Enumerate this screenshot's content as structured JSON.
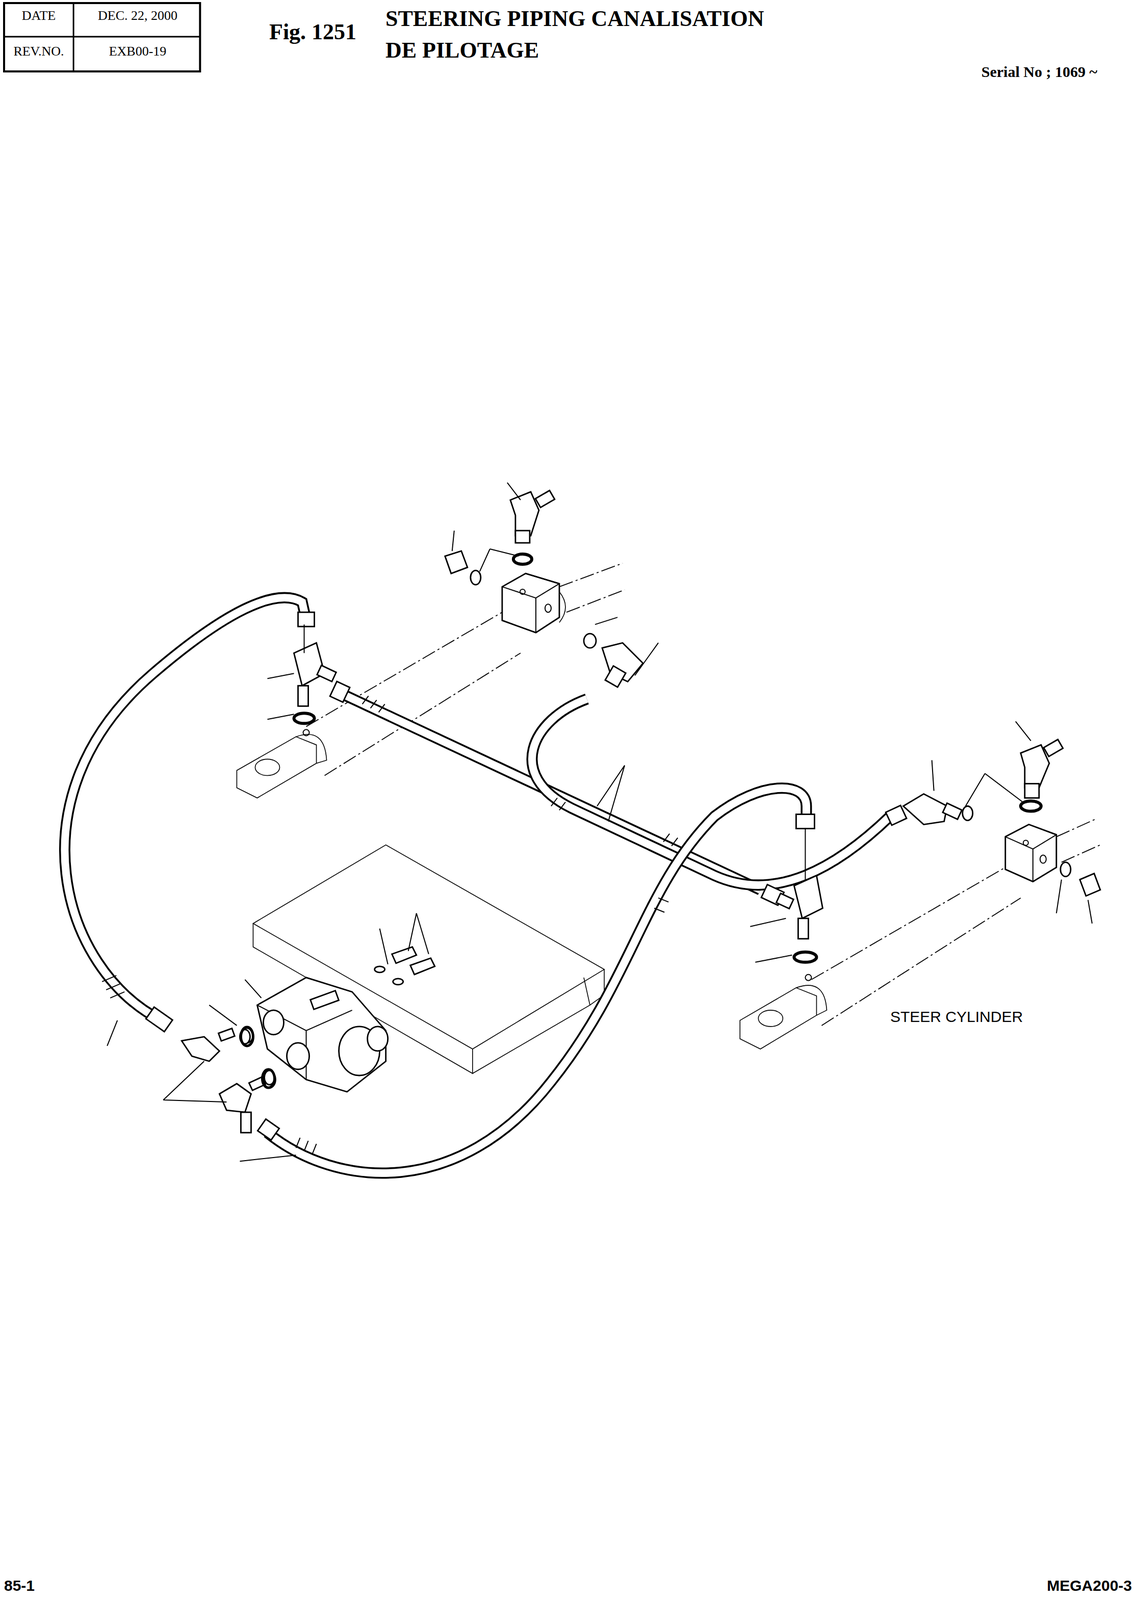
{
  "diagram": {
    "title": "STEERING PIPING CANALISATION DE PILOTAGE",
    "labels": [
      "DATE",
      "DEC. 22, 2000",
      "REV.NO.",
      "EXB00-19",
      "Fig. 1251",
      "Serial No ; 1069 ~",
      "STEER CYLINDER",
      "85-1",
      "MEGA200-3"
    ]
  }
}
